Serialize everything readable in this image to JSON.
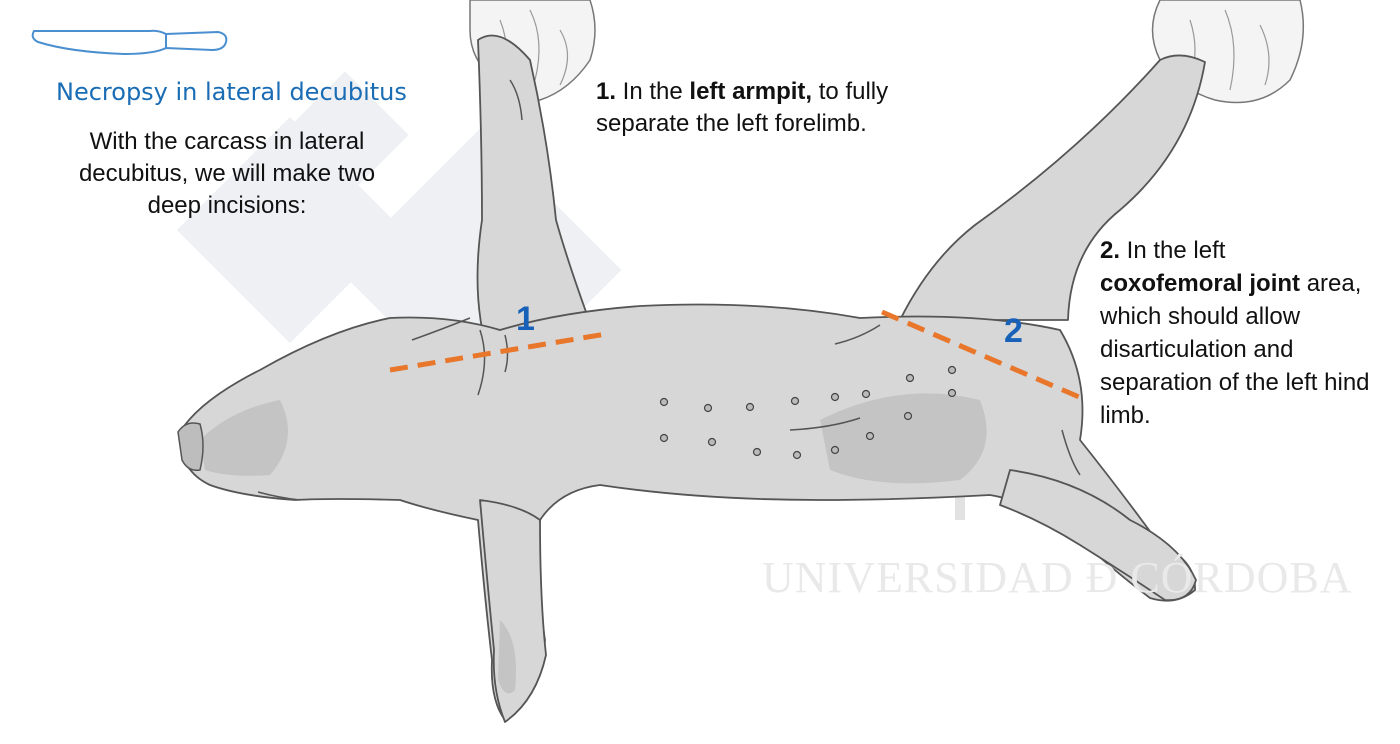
{
  "heading": "Necropsy in lateral decubitus",
  "intro": "With the carcass in lateral decubitus, we will make two deep incisions:",
  "steps": [
    {
      "number": "1.",
      "pre": " In the ",
      "bold": "left armpit,",
      "post": " to fully separate the left forelimb.",
      "marker": "1"
    },
    {
      "number": "2.",
      "pre": " In the left ",
      "bold": "coxofemoral joint",
      "post": " area, which should allow disarticulation and separation of the left hind limb.",
      "marker": "2"
    }
  ],
  "watermark": "UNIVERSIDAD Ð CÓRDOBA",
  "icons": [
    "knife-icon",
    "gloved-hand-icon"
  ],
  "colors": {
    "heading": "#1a6db5",
    "marker": "#1762b8",
    "incision": "#e8772b",
    "carcass": "#d7d7d7",
    "outline": "#555555"
  }
}
